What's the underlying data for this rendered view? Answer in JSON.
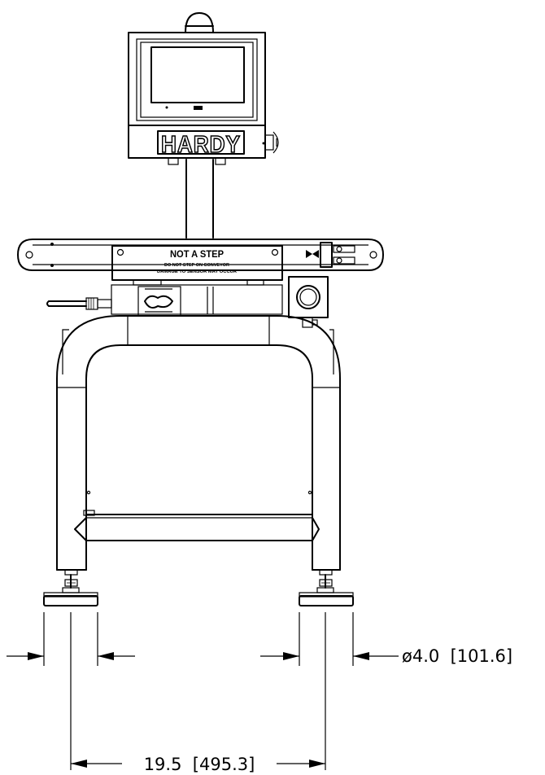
{
  "brand": {
    "logo_text": "HARDY"
  },
  "conveyor": {
    "warning_title": "NOT A STEP",
    "warning_line1": "DO NOT STEP ON CONVEYOR",
    "warning_line2": "DAMAGE TO SENSOR MAY OCCUR"
  },
  "dimensions": {
    "foot_diameter": "ø4.0  [101.6]",
    "foot_spacing": "19.5  [495.3]"
  }
}
